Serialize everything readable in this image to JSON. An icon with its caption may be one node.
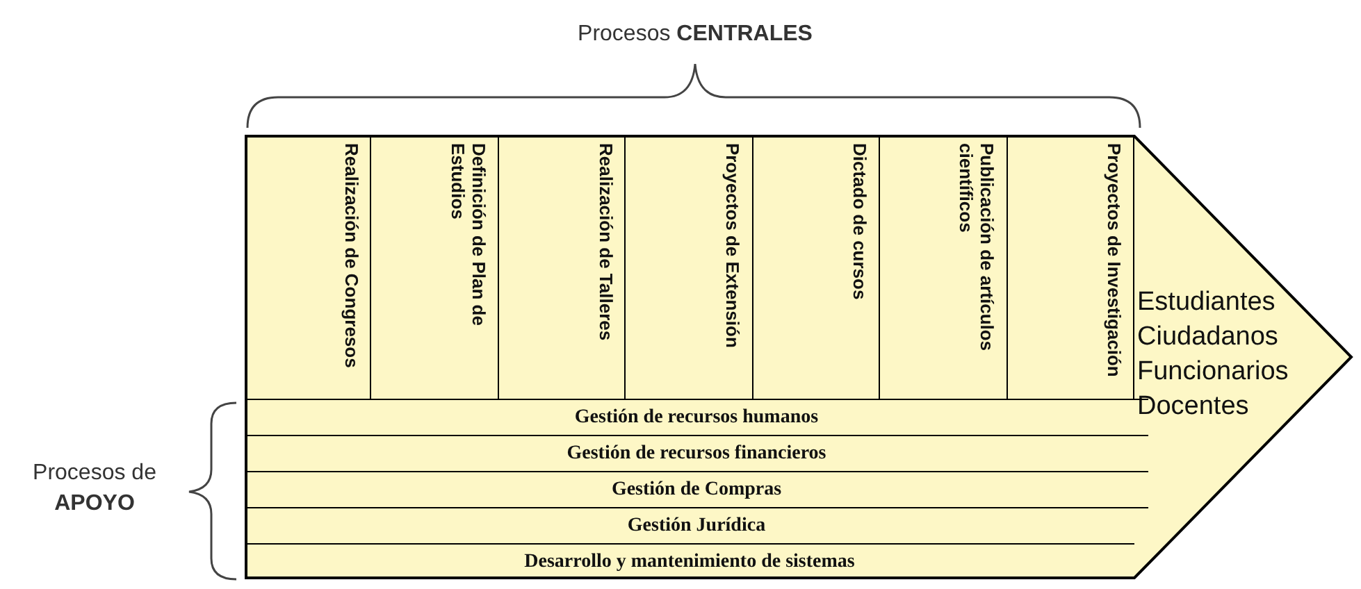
{
  "diagram": {
    "nodes": [
      {
        "text": [
          "Estudiantes",
          "Ciudadanos",
          "Funcionarios",
          "Docentes"
        ]
      },
      {
        "text": [
          "Realización de Congresos"
        ],
        "in": 0
      },
      {
        "text": [
          "Definición de Plan de Estudios"
        ],
        "in": 0
      },
      {
        "text": [
          "Realización de Talleres"
        ],
        "in": 0
      },
      {
        "text": [
          "Proyectos de Extensión"
        ],
        "in": 0
      },
      {
        "text": [
          "Dictado de cursos"
        ],
        "in": 0
      },
      {
        "text": [
          "Publicación de artículos científicos"
        ],
        "in": 0
      },
      {
        "text": [
          "Proyectos de Investigación"
        ],
        "in": 0
      },
      {
        "text": [
          "Gestión de recursos humanos"
        ],
        "in": 0
      },
      {
        "text": [
          "Gestión de recursos financieros"
        ],
        "in": 0
      },
      {
        "text": [
          "Gestión de Compras"
        ],
        "in": 0
      },
      {
        "text": [
          "Gestión Jurídica"
        ],
        "in": 0
      },
      {
        "text": [
          "Desarrollo y mantenimiento de sistemas"
        ],
        "in": 0
      }
    ],
    "labels": [
      "Procesos **CENTRALES**",
      "Procesos de **APOYO**"
    ]
  }
}
